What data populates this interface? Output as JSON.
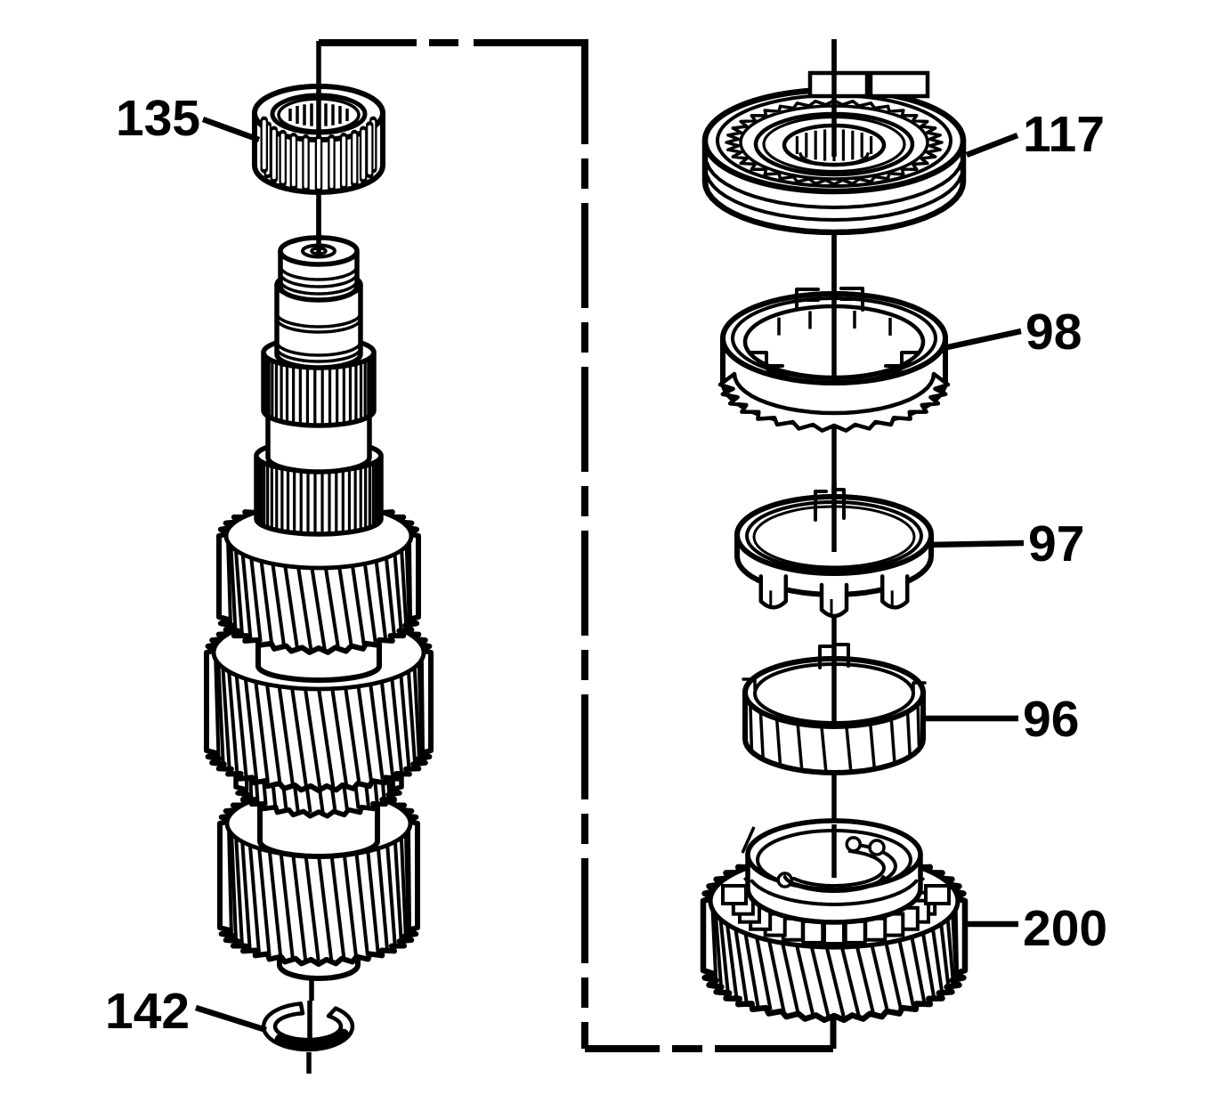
{
  "diagram": {
    "ink_color": "#000000",
    "paper_color": "#ffffff"
  },
  "callouts": [
    {
      "label": "135"
    },
    {
      "label": "117"
    },
    {
      "label": "98"
    },
    {
      "label": "97"
    },
    {
      "label": "96"
    },
    {
      "label": "200"
    },
    {
      "label": "142"
    }
  ]
}
